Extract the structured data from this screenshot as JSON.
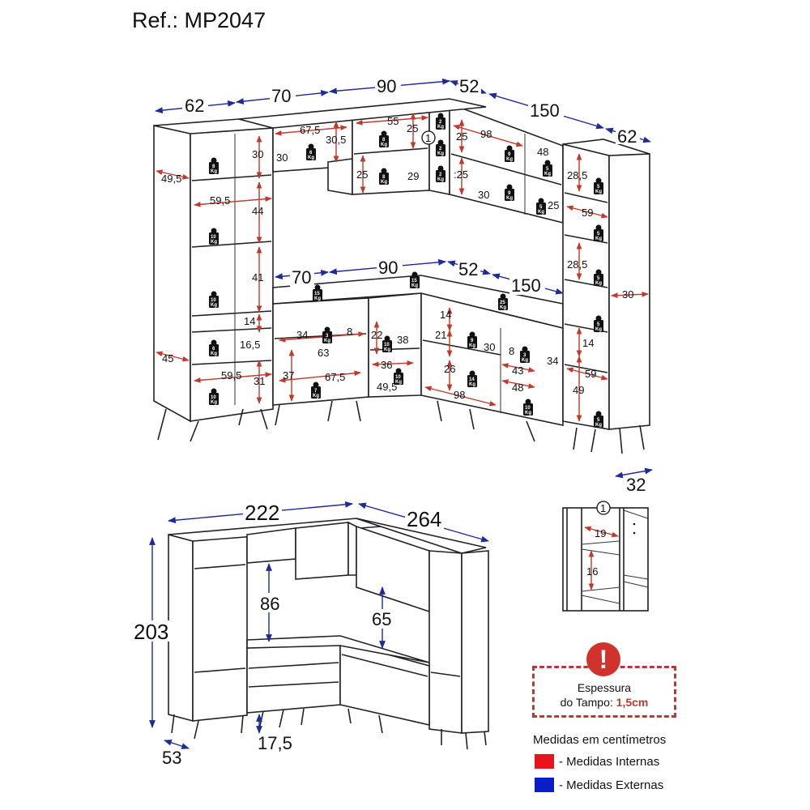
{
  "title": "Ref.: MP2047",
  "top_view": {
    "external": {
      "w62_left": "62",
      "w70": "70",
      "w90": "90",
      "w52": "52",
      "w150": "150",
      "w62_right": "62",
      "base_w70": "70",
      "base_w90": "90",
      "base_w52": "52",
      "base_w150": "150",
      "depth_32": "32"
    },
    "internal": {
      "tall_left_depth": "49,5",
      "tall_left_h30": "30",
      "tall_left_w59_5_a": "59,5",
      "tall_left_h44": "44",
      "tall_left_h41": "41",
      "tall_left_h14": "14",
      "tall_left_h16_5": "16,5",
      "tall_left_depth45": "45",
      "tall_left_w59_5_b": "59,5",
      "tall_left_h31": "31",
      "upper70_w67_5": "67,5",
      "upper70_h30_5": "30,5",
      "upper70_d30": "30",
      "upper90_w55": "55",
      "upper90_h25a": "25",
      "upper90_h25b": "25",
      "upper90_w29": "29",
      "upper_corner_h25a": "25",
      "upper_corner_h25b": ":25",
      "upper_corner_w98": "98",
      "upper_corner_d30": "30",
      "upper_right_w48": "48",
      "upper_right_h25": "25",
      "tall_right_h28_5a": "28,5",
      "tall_right_w59a": "59",
      "tall_right_h28_5b": "28,5",
      "tall_right_d30": "30",
      "tall_right_h14": "14",
      "tall_right_w59b": "59",
      "tall_right_h49": "49",
      "base70_w34": "34",
      "base70_h8": "8",
      "base70_w63": "63",
      "base70_h37": "37",
      "base70_w67_5": "67,5",
      "base90_h22": "22",
      "base90_d38": "38",
      "base90_w36": "36",
      "base90_w49_5": "49,5",
      "corner_h14": "14",
      "corner_h21": "21",
      "corner_h26": "26",
      "corner_w30": "30",
      "corner_w98": "98",
      "drawer_h8": "8",
      "drawer_w43": "43",
      "drawer_w48": "48",
      "side_d34": "34"
    },
    "weights": {
      "w8a": "8",
      "w6a": "6",
      "w8b": "8",
      "w8c": "8",
      "w2a": "2",
      "w2b": "2",
      "w2c": "2",
      "w9a": "9",
      "w9b": "9",
      "w5a": "5",
      "w5b": "5",
      "w10a": "10",
      "w10b": "10",
      "w6b": "6",
      "w10c": "10",
      "w15a": "15",
      "w15b": "15",
      "w25": "25",
      "w3a": "3",
      "w10d": "10",
      "w7": "7",
      "w10e": "10",
      "w9c": "9",
      "w3b": "3",
      "w14": "14",
      "w10f": "10",
      "w5c": "5",
      "w5d": "5",
      "w5e": "5",
      "w5f": "5",
      "w5g": "5",
      "w5h": "5",
      "unit": "Kg"
    },
    "detail_marker": "1"
  },
  "overall_view": {
    "width_222": "222",
    "width_264": "264",
    "height_203": "203",
    "depth_53": "53",
    "gap_86": "86",
    "gap_65": "65",
    "leg_17_5": "17,5"
  },
  "detail_1": {
    "marker": "1",
    "w19": "19",
    "h16": "16"
  },
  "notice": {
    "icon": "exclamation-icon",
    "line1": "Espessura",
    "line2_prefix": "do Tampo:",
    "line2_value": "1,5cm"
  },
  "legend": {
    "units": "Medidas em centímetros",
    "internal_label": "- Medidas Internas",
    "external_label": "- Medidas Externas",
    "internal_color": "#e8141c",
    "external_color": "#0a1ec8"
  },
  "colors": {
    "external_line": "#1c2a9a",
    "internal_line": "#c0392b",
    "notice_border": "#b53a3a"
  }
}
